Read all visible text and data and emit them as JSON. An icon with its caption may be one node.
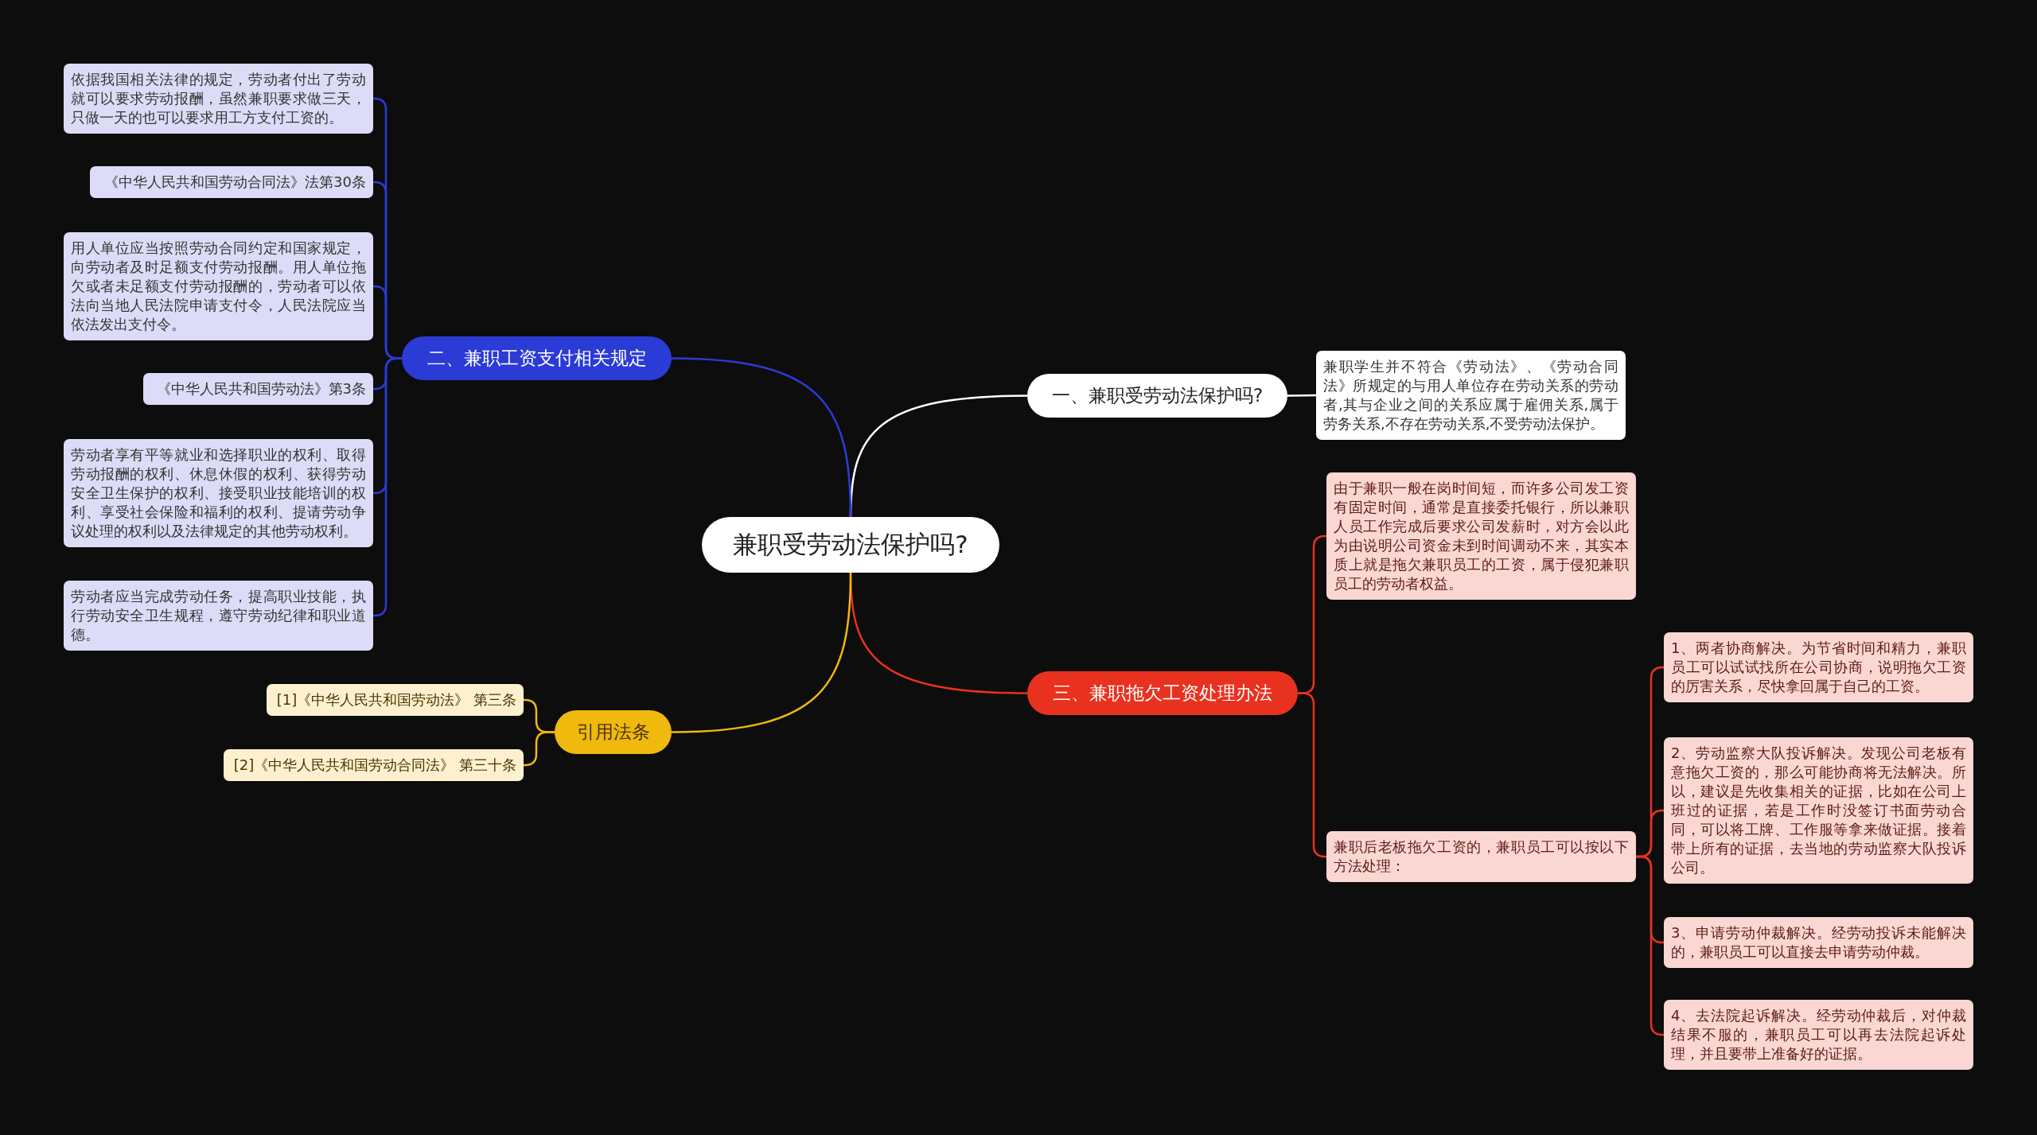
{
  "diagram": {
    "nodes": [
      {
        "text": [
          "兼职受劳动法保护吗?"
        ]
      },
      {
        "text": [
          "一、兼职受劳动法保护吗?"
        ]
      },
      {
        "text": [
          "兼职学生并不符合《劳动法》、《劳动合同法》所规定的与用人单位存在劳动关系的劳动者,其与企业之间的关系应属于雇佣关系,属于劳务关系,不存在劳动关系,不受劳动法保护。"
        ]
      },
      {
        "text": [
          "二、兼职工资支付相关规定"
        ]
      },
      {
        "text": [
          "依据我国相关法律的规定，劳动者付出了劳动就可以要求劳动报酬，虽然兼职要求做三天，只做一天的也可以要求用工方支付工资的。"
        ]
      },
      {
        "text": [
          "《中华人民共和国劳动合同法》法第30条"
        ]
      },
      {
        "text": [
          "用人单位应当按照劳动合同约定和国家规定，向劳动者及时足额支付劳动报酬。用人单位拖欠或者未足额支付劳动报酬的，劳动者可以依法向当地人民法院申请支付令，人民法院应当依法发出支付令。"
        ]
      },
      {
        "text": [
          "《中华人民共和国劳动法》第3条"
        ]
      },
      {
        "text": [
          "劳动者享有平等就业和选择职业的权利、取得劳动报酬的权利、休息休假的权利、获得劳动安全卫生保护的权利、接受职业技能培训的权利、享受社会保险和福利的权利、提请劳动争议处理的权利以及法律规定的其他劳动权利。"
        ]
      },
      {
        "text": [
          "劳动者应当完成劳动任务，提高职业技能，执行劳动安全卫生规程，遵守劳动纪律和职业道德。"
        ]
      },
      {
        "text": [
          "三、兼职拖欠工资处理办法"
        ]
      },
      {
        "text": [
          "由于兼职一般在岗时间短，而许多公司发工资有固定时间，通常是直接委托银行，所以兼职人员工作完成后要求公司发薪时，对方会以此为由说明公司资金未到时间调动不来，其实本质上就是拖欠兼职员工的工资，属于侵犯兼职员工的劳动者权益。"
        ]
      },
      {
        "text": [
          "兼职后老板拖欠工资的，兼职员工可以按以下方法处理："
        ]
      },
      {
        "text": [
          "1、两者协商解决。为节省时间和精力，兼职员工可以试试找所在公司协商，说明拖欠工资的厉害关系，尽快拿回属于自己的工资。"
        ]
      },
      {
        "text": [
          "2、劳动监察大队投诉解决。发现公司老板有意拖欠工资的，那么可能协商将无法解决。所以，建议是先收集相关的证据，比如在公司上班过的证据，若是工作时没签订书面劳动合同，可以将工牌、工作服等拿来做证据。接着带上所有的证据，去当地的劳动监察大队投诉公司。"
        ]
      },
      {
        "text": [
          "3、申请劳动仲裁解决。经劳动投诉未能解决的，兼职员工可以直接去申请劳动仲裁。"
        ]
      },
      {
        "text": [
          "4、去法院起诉解决。经劳动仲裁后，对仲裁结果不服的，兼职员工可以再去法院起诉处理，并且要带上准备好的证据。"
        ]
      },
      {
        "text": [
          "引用法条"
        ]
      },
      {
        "text": [
          "[1]《中华人民共和国劳动法》 第三条"
        ]
      },
      {
        "text": [
          "[2]《中华人民共和国劳动合同法》 第三十条"
        ]
      }
    ],
    "edges": [
      {
        "from": 0,
        "to": 1,
        "arrow": "none",
        "color": "#ffffff"
      },
      {
        "from": 1,
        "to": 2,
        "arrow": "none",
        "color": "#ffffff"
      },
      {
        "from": 0,
        "to": 3,
        "arrow": "none",
        "color": "#2b3bd6"
      },
      {
        "from": 3,
        "to": 4,
        "arrow": "none",
        "color": "#2b3bd6"
      },
      {
        "from": 3,
        "to": 5,
        "arrow": "none",
        "color": "#2b3bd6"
      },
      {
        "from": 3,
        "to": 6,
        "arrow": "none",
        "color": "#2b3bd6"
      },
      {
        "from": 3,
        "to": 7,
        "arrow": "none",
        "color": "#2b3bd6"
      },
      {
        "from": 3,
        "to": 8,
        "arrow": "none",
        "color": "#2b3bd6"
      },
      {
        "from": 3,
        "to": 9,
        "arrow": "none",
        "color": "#2b3bd6"
      },
      {
        "from": 0,
        "to": 10,
        "arrow": "none",
        "color": "#e8321f"
      },
      {
        "from": 10,
        "to": 11,
        "arrow": "none",
        "color": "#e8321f"
      },
      {
        "from": 10,
        "to": 12,
        "arrow": "none",
        "color": "#e8321f"
      },
      {
        "from": 12,
        "to": 13,
        "arrow": "none",
        "color": "#e8321f"
      },
      {
        "from": 12,
        "to": 14,
        "arrow": "none",
        "color": "#e8321f"
      },
      {
        "from": 12,
        "to": 15,
        "arrow": "none",
        "color": "#e8321f"
      },
      {
        "from": 12,
        "to": 16,
        "arrow": "none",
        "color": "#e8321f"
      },
      {
        "from": 0,
        "to": 17,
        "arrow": "none",
        "color": "#f0b90d"
      },
      {
        "from": 17,
        "to": 18,
        "arrow": "none",
        "color": "#f0b90d"
      },
      {
        "from": 17,
        "to": 19,
        "arrow": "none",
        "color": "#f0b90d"
      }
    ]
  }
}
